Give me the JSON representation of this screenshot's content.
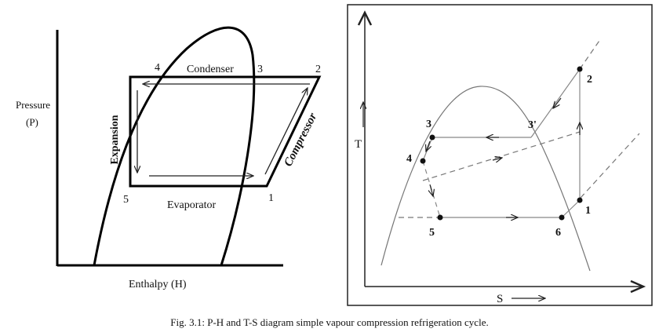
{
  "ph_diagram": {
    "y_axis_label_line1": "Pressure",
    "y_axis_label_line2": "(P)",
    "x_axis_label": "Enthalpy (H)",
    "condenser_label": "Condenser",
    "evaporator_label": "Evaporator",
    "expansion_label": "Expansion",
    "compressor_label": "Compressor",
    "point_labels": [
      "1",
      "2",
      "3",
      "4",
      "5"
    ]
  },
  "ts_diagram": {
    "y_axis_label": "T",
    "x_axis_label": "S",
    "point_labels": [
      "1",
      "2",
      "3",
      "3'",
      "4",
      "5",
      "6"
    ]
  },
  "caption": "Fig. 3.1: P-H   and T-S diagram simple vapour compression refrigeration cycle."
}
